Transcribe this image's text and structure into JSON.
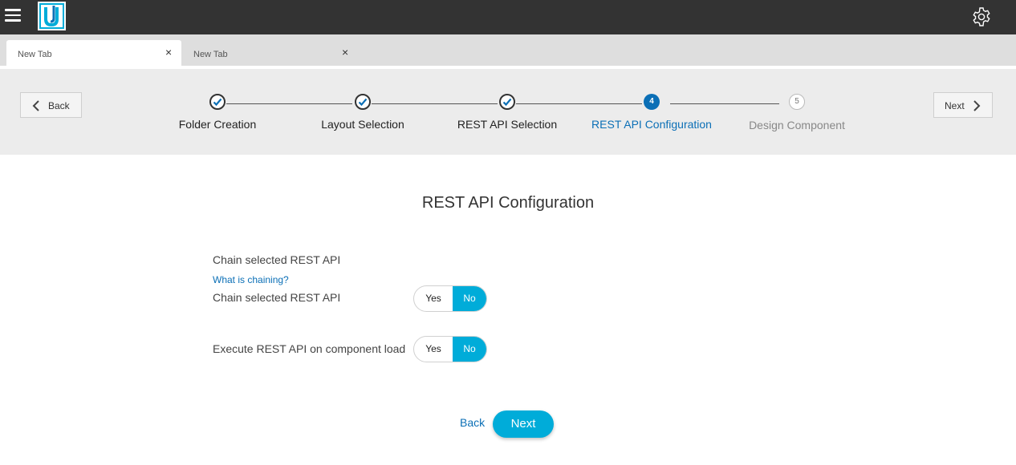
{
  "topbar": {
    "menu_icon": "hamburger-icon",
    "logo": "app-logo",
    "settings_icon": "gear-icon"
  },
  "tabs": [
    {
      "label": "New Tab",
      "active": true,
      "close": "×"
    },
    {
      "label": "New Tab",
      "active": false,
      "close": "×"
    }
  ],
  "wizard": {
    "back_label": "Back",
    "next_label": "Next",
    "steps": [
      {
        "label": "Folder Creation",
        "status": "done"
      },
      {
        "label": "Layout Selection",
        "status": "done"
      },
      {
        "label": "REST API Selection",
        "status": "done"
      },
      {
        "label": "REST API Configuration",
        "status": "current",
        "number": "4"
      },
      {
        "label": "Design Component",
        "status": "todo",
        "number": "5"
      }
    ]
  },
  "main": {
    "title": "REST API Configuration",
    "section_label": "Chain selected REST API",
    "help_link": "What is chaining?",
    "options": [
      {
        "label": "Chain selected REST API",
        "yes": "Yes",
        "no": "No",
        "selected": "No"
      },
      {
        "label": "Execute REST API on component load",
        "yes": "Yes",
        "no": "No",
        "selected": "No"
      }
    ],
    "back_label": "Back",
    "next_label": "Next"
  },
  "colors": {
    "accent": "#00acd9",
    "link": "#0b6fb6",
    "topbar": "#333333",
    "wizard_bg": "#ececec"
  }
}
